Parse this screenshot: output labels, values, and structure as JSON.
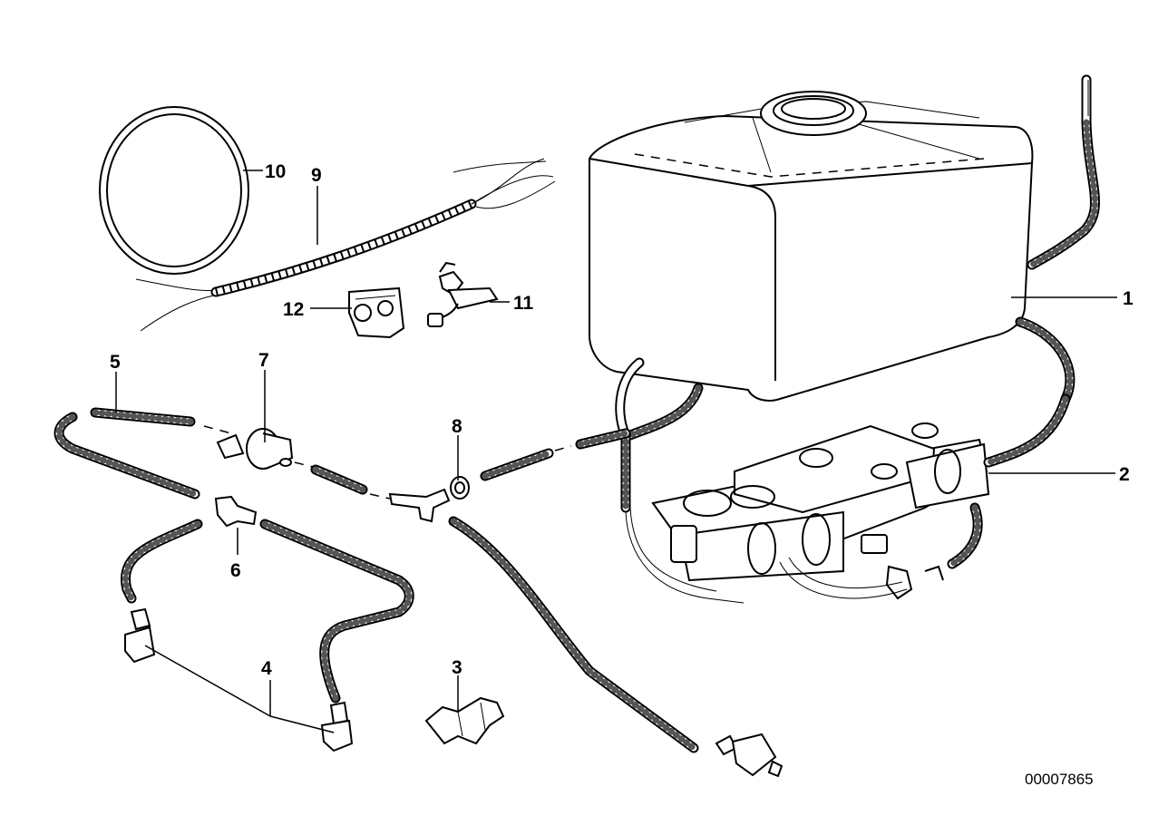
{
  "diagram": {
    "callouts": [
      {
        "id": "1",
        "label": "1"
      },
      {
        "id": "2",
        "label": "2"
      },
      {
        "id": "3",
        "label": "3"
      },
      {
        "id": "4",
        "label": "4"
      },
      {
        "id": "5",
        "label": "5"
      },
      {
        "id": "6",
        "label": "6"
      },
      {
        "id": "7",
        "label": "7"
      },
      {
        "id": "8",
        "label": "8"
      },
      {
        "id": "9",
        "label": "9"
      },
      {
        "id": "10",
        "label": "10"
      },
      {
        "id": "11",
        "label": "11"
      },
      {
        "id": "12",
        "label": "12"
      }
    ],
    "doc_number": "00007865"
  }
}
